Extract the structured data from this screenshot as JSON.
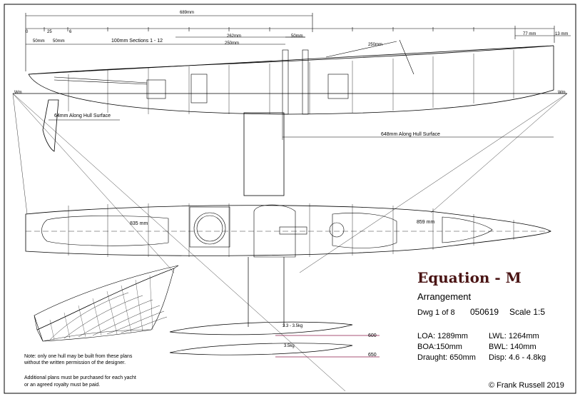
{
  "title_block": {
    "title": "Equation - M",
    "subtitle": "Arrangement",
    "drawing": "Dwg 1 of 8",
    "drawing_number": "050619",
    "scale": "Scale 1:5"
  },
  "specs": {
    "loa": "LOA: 1289mm",
    "lwl": "LWL: 1264mm",
    "boa": "BOA:150mm",
    "bwl": "BWL: 140mm",
    "draught": "Draught: 650mm",
    "disp": "Disp: 4.6 - 4.8kg"
  },
  "notes": {
    "line1": "Note: only one hull may be built from these plans",
    "line2": "without the written permission of the designer.",
    "line3": "Additional plans must be purchased for each yacht",
    "line4": "or an agreed royalty must be paid."
  },
  "copyright": "© Frank Russell 2019",
  "dimensions": {
    "overall_top": "689mm",
    "sections": "100mm Sections 1 - 12",
    "d50a": "50mm",
    "d50b": "50mm",
    "d262": "262mm",
    "d250": "250mm",
    "d50c": "50mm",
    "d250b": "250mm",
    "d77": "77 mm",
    "d13": "13 mm",
    "along_fwd": "64mm Along Hull Surface",
    "along_aft": "648mm Along Hull Surface",
    "plan_fwd": "835 mm",
    "plan_aft": "859 mm",
    "tick_0": "0",
    "tick_25": "25",
    "tick_6": "6",
    "wl_left": "Wm",
    "wl_right": "Wm"
  },
  "ballast": {
    "upper_label": "3.3 - 3.5kg",
    "lower_label": "3.5kg",
    "upper_depth": "600",
    "lower_depth": "650"
  },
  "colors": {
    "line": "#000000",
    "title": "#4a1414",
    "waterline_marker": "#8b1a4a"
  }
}
